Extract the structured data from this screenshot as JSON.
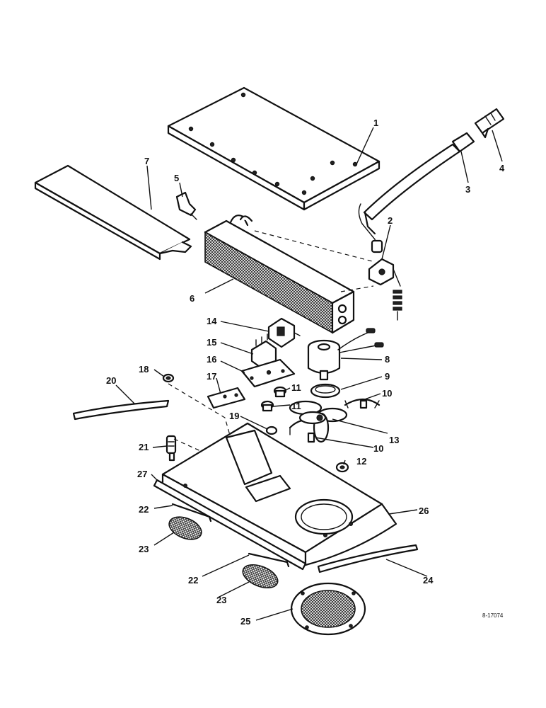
{
  "callouts": {
    "c1": "1",
    "c2": "2",
    "c3": "3",
    "c4": "4",
    "c5": "5",
    "c6": "6",
    "c7": "7",
    "c8": "8",
    "c9": "9",
    "c10a": "10",
    "c10b": "10",
    "c11a": "11",
    "c11b": "11",
    "c12": "12",
    "c13": "13",
    "c14": "14",
    "c15": "15",
    "c16": "16",
    "c17": "17",
    "c18": "18",
    "c19": "19",
    "c20": "20",
    "c21": "21",
    "c22a": "22",
    "c22b": "22",
    "c23a": "23",
    "c23b": "23",
    "c24": "24",
    "c25": "25",
    "c26": "26",
    "c27": "27"
  },
  "drawing_code": "8-17074"
}
